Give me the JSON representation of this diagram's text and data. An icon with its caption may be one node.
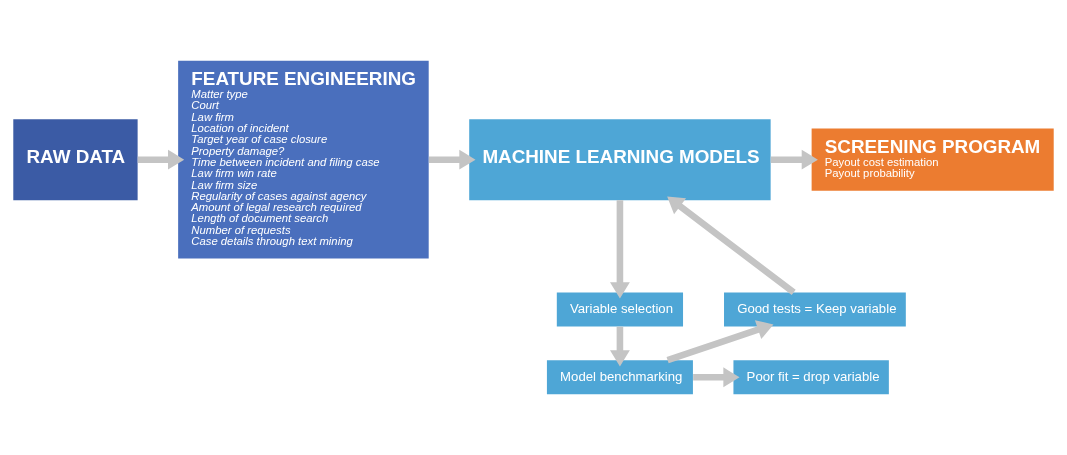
{
  "diagram": {
    "nodes": [
      {
        "text": [
          "RAW DATA"
        ]
      },
      {
        "text": [
          "FEATURE ENGINEERING",
          "Matter type",
          "Court",
          "Law firm",
          "Location of incident",
          "Target year of case closure",
          "Property damage?",
          "Time between incident and filing case",
          "Law firm win rate",
          "Law firm size",
          "Regularity of cases against agency",
          "Amount of legal research required",
          "Length of document search",
          "Number of requests",
          "Case details through text mining"
        ]
      },
      {
        "text": [
          "MACHINE LEARNING MODELS"
        ]
      },
      {
        "text": [
          "SCREENING PROGRAM",
          "Payout cost estimation",
          "Payout probability"
        ]
      },
      {
        "text": [
          "Variable selection"
        ]
      },
      {
        "text": [
          "Good tests = Keep variable"
        ]
      },
      {
        "text": [
          "Model benchmarking"
        ]
      },
      {
        "text": [
          "Poor fit = drop variable"
        ]
      }
    ],
    "edges": [
      {
        "from": 0,
        "to": 1,
        "arrow": "to"
      },
      {
        "from": 1,
        "to": 2,
        "arrow": "to"
      },
      {
        "from": 2,
        "to": 3,
        "arrow": "to"
      },
      {
        "from": 2,
        "to": 4,
        "arrow": "to"
      },
      {
        "from": 5,
        "to": 2,
        "arrow": "to"
      },
      {
        "from": 4,
        "to": 6,
        "arrow": "to"
      },
      {
        "from": 6,
        "to": 5,
        "arrow": "to"
      },
      {
        "from": 6,
        "to": 7,
        "arrow": "to"
      }
    ]
  }
}
